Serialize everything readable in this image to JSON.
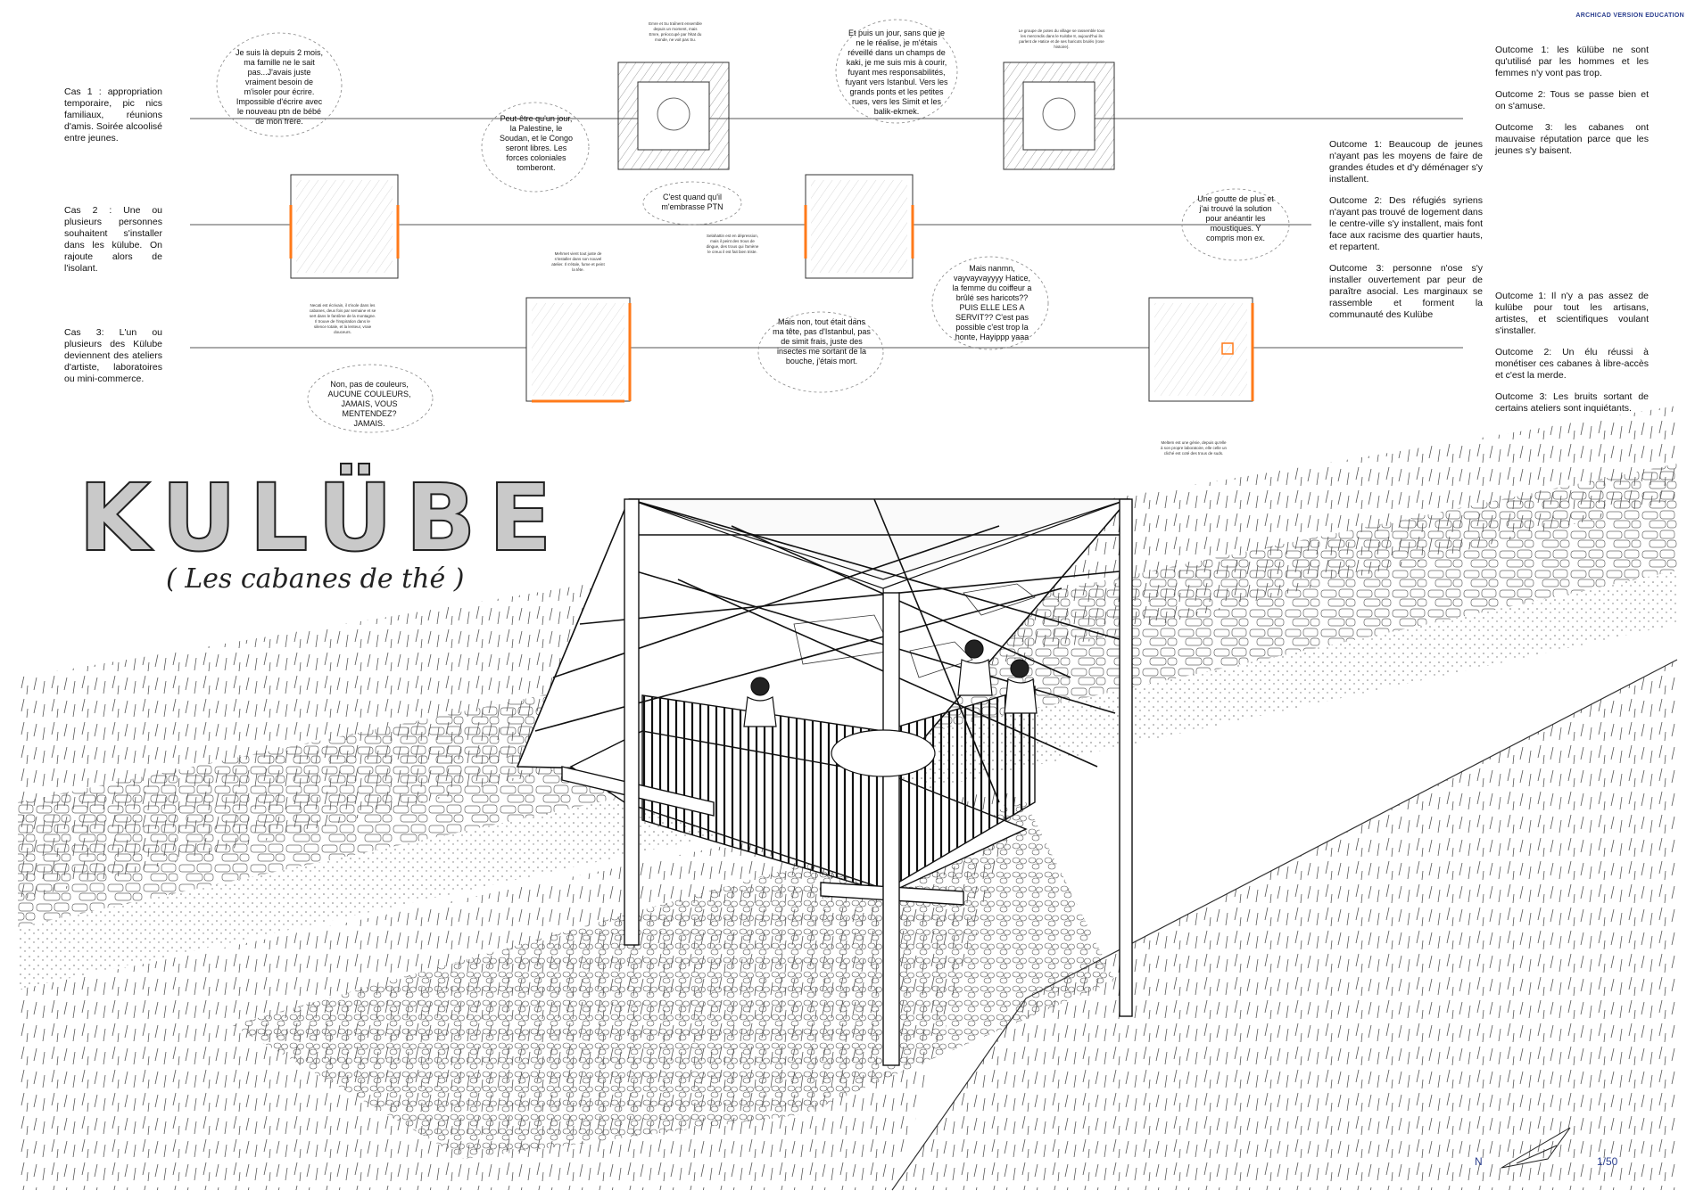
{
  "watermark": "ARCHICAD VERSION EDUCATION",
  "title": "KULÜBE",
  "subtitle": "( Les cabanes de thé )",
  "cases": [
    "Cas 1 : appropriation temporaire, pic nics familiaux, réunions d'amis. Soirée alcoolisé entre jeunes.",
    "Cas 2 : Une ou plusieurs personnes souhaitent s'installer dans les külube. On rajoute alors de l'isolant.",
    "Cas 3: L'un ou plusieurs des Külube deviennent des ateliers d'artiste, laboratoires ou mini-commerce."
  ],
  "outcomes_case1": [
    "Outcome 1: les külübe ne sont qu'utilisé par les hommes et les femmes n'y vont pas trop.",
    "Outcome 2: Tous se passe bien et on s'amuse.",
    "Outcome 3: les cabanes ont mauvaise réputation parce que les jeunes s'y baisent."
  ],
  "outcomes_case2": [
    "Outcome 1: Beaucoup de jeunes n'ayant pas les moyens de faire de grandes études et d'y déménager s'y installent.",
    "Outcome 2: Des réfugiés syriens n'ayant pas trouvé de logement dans le centre-ville s'y installent, mais font face aux racisme des quartier hauts, et repartent.",
    "Outcome 3: personne n'ose s'y installer ouvertement par peur de paraître asocial. Les marginaux se rassemble et forment la communauté des Kulübe"
  ],
  "outcomes_case3": [
    "Outcome 1: Il n'y a pas assez de kulübe pour tout les artisans, artistes, et scientifiques voulant s'installer.",
    "Outcome 2: Un élu réussi à monétiser ces cabanes à libre-accès et c'est la merde.",
    "Outcome 3: Les bruits sortant de certains ateliers sont inquiétants."
  ],
  "bubbles": {
    "b1": "Je suis là depuis 2 mois, ma famille ne le sait pas...J'avais juste vraiment besoin de m'isoler pour écrire. Impossible d'écrire avec le nouveau ptn de bébé de mon frère.",
    "b2": "Peut-être qu'un jour, la Palestine, le Soudan, et le Congo seront libres. Les forces coloniales tomberont.",
    "b3": "C'est quand qu'il m'embrasse PTN",
    "b4": "Et puis un jour, sans que je ne le réalise, je m'étais réveillé dans un champs de kaki, je me suis mis à courir, fuyant mes responsabilités, fuyant vers Istanbul. Vers les grands ponts et les petites rues, vers les Simit et les balik-ekmek.",
    "b5": "Mais nanmn, vayvayvayyyy Hatice, la femme du coiffeur a brûlé ses haricots?? PUIS ELLE LES A SERVIT?? C'est pas possible c'est trop la honte, Hayippp yaaa",
    "b6": "Une goutte de plus et j'ai trouvé la solution pour anéantir les moustiques. Y compris mon ex.",
    "b7": "Mais non, tout était dans ma tête, pas d'Istanbul, pas de simit frais, juste des insectes me sortant de la bouche, j'étais mort.",
    "b8": "Non, pas de couleurs, AUCUNE COULEURS, JAMAIS, VOUS MENTENDEZ? JAMAIS."
  },
  "tiny_notes": {
    "t1": "Emre et Su traînent ensemble depuis un moment, mais Emre, préoccupé par l'état du monde, ne voit pas Su.",
    "t2": "Le groupe de potes du village se rassemble tous les mercredis dans le Kulübe 8, aujourd'hui ils parlent de Hatice et de ses haricots brulés (rose histoire).",
    "t3": "Necati est écrivain, il s'isole dans les cabanes, deux fois par semaine et se sert dans le fantôme de la montagne. Il trouve de l'inspiration dans le silence totale, et la lenteur, vraie douceurs.",
    "t4": "Mehmet vient tout juste de s'installer dans son nouvel atelier. Il s'étale, fume et peint la tête.",
    "t5": "Selahattin est en dépression, mais il peint des trous de dingue, des trous qui l'amène le creux il est fait bien triste.",
    "t6": "Meltem est une génie, depuis qu'elle à son propre laboratoire, elle celle un cliché est coté des trous de suds."
  },
  "north_label": "N",
  "scale_label": "1/50",
  "accent_color": "#ff7a1a",
  "label_color": "#2b3f8f"
}
